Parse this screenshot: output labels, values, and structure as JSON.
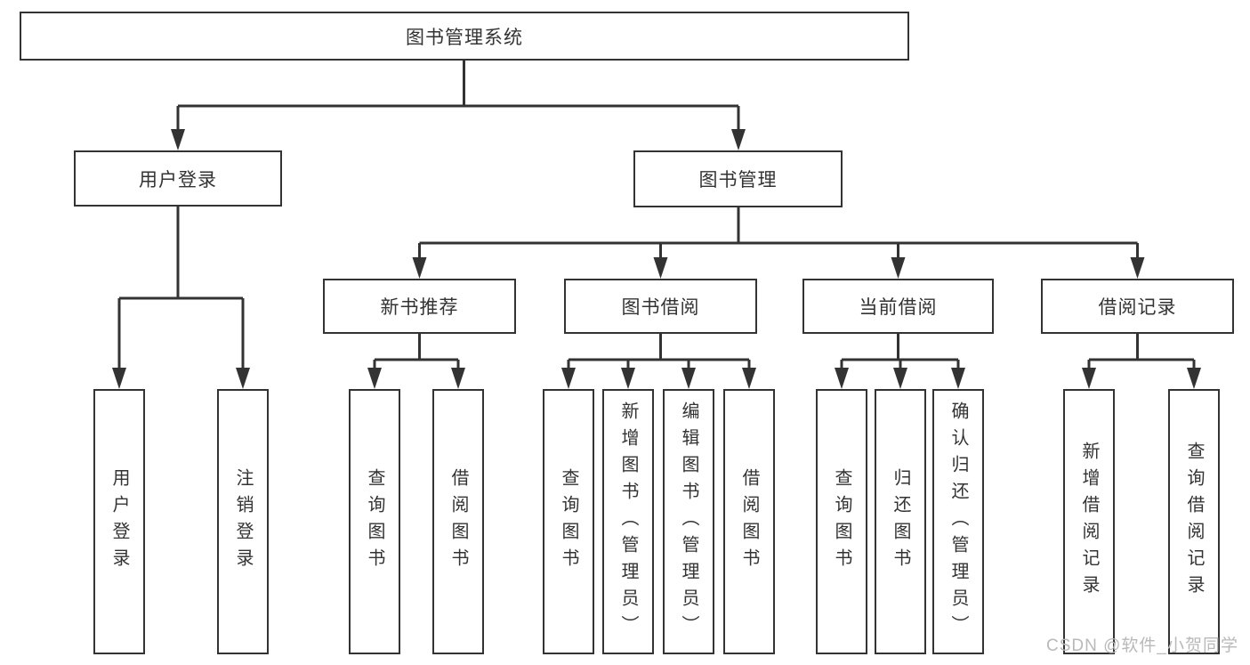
{
  "diagram": {
    "watermark": "CSDN @软件_小贺同学",
    "colors": {
      "line": "#333333",
      "text": "#333333",
      "box_background": "#ffffff",
      "watermark": "#b9b9b9"
    },
    "root": {
      "label": "图书管理系统"
    },
    "level2": [
      {
        "label": "用户登录",
        "children": [
          {
            "label": "用户登录"
          },
          {
            "label": "注销登录"
          }
        ]
      },
      {
        "label": "图书管理",
        "children": [
          {
            "label": "新书推荐",
            "children": [
              {
                "label": "查询图书"
              },
              {
                "label": "借阅图书"
              }
            ]
          },
          {
            "label": "图书借阅",
            "children": [
              {
                "label": "查询图书"
              },
              {
                "label": "新增图书（管理员）"
              },
              {
                "label": "编辑图书（管理员）"
              },
              {
                "label": "借阅图书"
              }
            ]
          },
          {
            "label": "当前借阅",
            "children": [
              {
                "label": "查询图书"
              },
              {
                "label": "归还图书"
              },
              {
                "label": "确认归还（管理员）"
              }
            ]
          },
          {
            "label": "借阅记录",
            "children": [
              {
                "label": "新增借阅记录"
              },
              {
                "label": "查询借阅记录"
              }
            ]
          }
        ]
      }
    ]
  }
}
